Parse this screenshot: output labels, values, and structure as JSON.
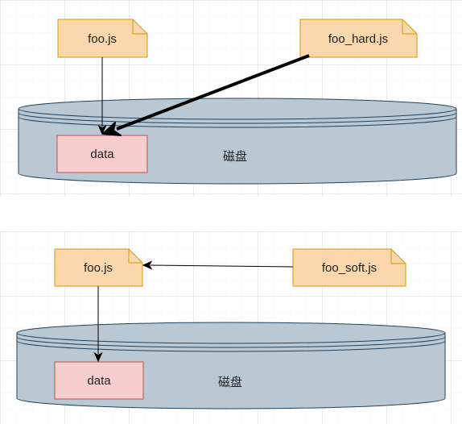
{
  "diagrams": [
    {
      "kind": "hard-link",
      "disk_label": "磁盘",
      "data_label": "data",
      "file_primary": "foo.js",
      "file_link": "foo_hard.js"
    },
    {
      "kind": "soft-link",
      "disk_label": "磁盘",
      "data_label": "data",
      "file_primary": "foo.js",
      "file_link": "foo_soft.js"
    }
  ],
  "colors": {
    "file_fill": "#fad7ac",
    "file_stroke": "#d79b00",
    "data_fill": "#f8cecc",
    "data_stroke": "#b85450",
    "disk_fill": "#bac8d3",
    "disk_stroke": "#23445d"
  },
  "icons": {
    "file": "document-folded-corner-icon",
    "disk": "cylinder-disk-icon"
  }
}
